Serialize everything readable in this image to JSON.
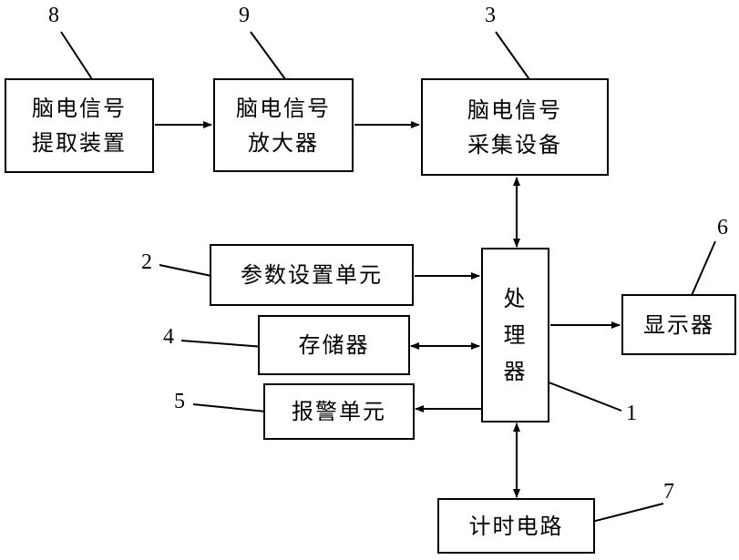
{
  "blocks": {
    "eeg_extract": {
      "lines": [
        "脑电信号",
        "提取装置"
      ]
    },
    "eeg_amp": {
      "lines": [
        "脑电信号",
        "放大器"
      ]
    },
    "eeg_acq": {
      "lines": [
        "脑电信号",
        "采集设备"
      ]
    },
    "param_unit": {
      "label": "参数设置单元"
    },
    "memory": {
      "label": "存储器"
    },
    "alarm": {
      "label": "报警单元"
    },
    "processor": {
      "chars": [
        "处",
        "理",
        "器"
      ]
    },
    "display": {
      "label": "显示器"
    },
    "timer": {
      "label": "计时电路"
    }
  },
  "numbers": {
    "n1": "1",
    "n2": "2",
    "n3": "3",
    "n4": "4",
    "n5": "5",
    "n6": "6",
    "n7": "7",
    "n8": "8",
    "n9": "9"
  }
}
